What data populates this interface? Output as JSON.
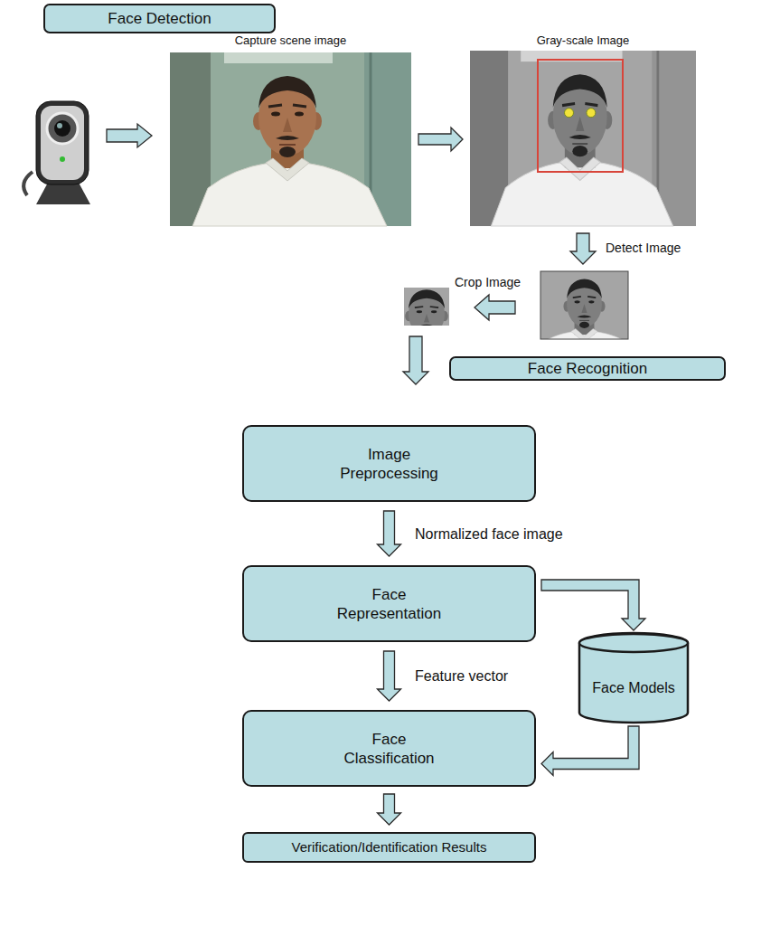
{
  "diagram": {
    "nodes": [
      {
        "text": [
          "Face Detection"
        ]
      },
      {
        "text": [
          "Capture scene image"
        ],
        "in": 0
      },
      {
        "text": [
          "Gray-scale Image"
        ],
        "in": 0
      },
      {
        "text": [
          "Face Recognition"
        ]
      },
      {
        "text": [
          "Image Preprocessing"
        ],
        "in": 3
      },
      {
        "text": [
          "Face Representation"
        ],
        "in": 3
      },
      {
        "text": [
          "Face Models"
        ],
        "in": 3
      },
      {
        "text": [
          "Face Classification"
        ],
        "in": 3
      },
      {
        "text": [
          "Verification/Identification Results"
        ],
        "in": 3
      }
    ],
    "edges": [
      {
        "from": 1,
        "to": 2,
        "arrow": "to"
      },
      {
        "from": 4,
        "to": 5,
        "arrow": "to",
        "label": "Normalized face image"
      },
      {
        "from": 5,
        "to": 7,
        "arrow": "to",
        "label": "Feature vector"
      },
      {
        "from": 5,
        "to": 6,
        "arrow": "to"
      },
      {
        "from": 6,
        "to": 7,
        "arrow": "to"
      },
      {
        "from": 7,
        "to": 8,
        "arrow": "to"
      }
    ],
    "labels": [
      "Detect Image",
      "Crop Image"
    ]
  }
}
